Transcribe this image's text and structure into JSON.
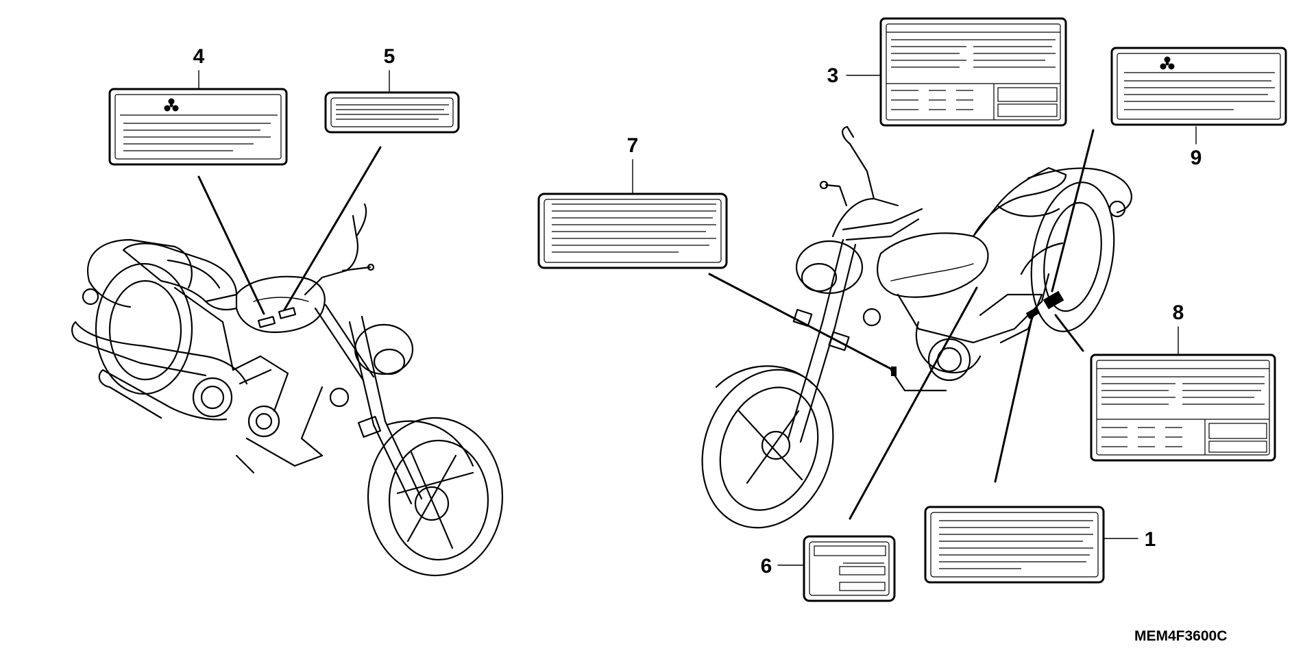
{
  "callouts": {
    "c1": "1",
    "c3": "3",
    "c4": "4",
    "c5": "5",
    "c6": "6",
    "c7": "7",
    "c8": "8",
    "c9": "9"
  },
  "diagram_code": "MEM4F3600C",
  "icons": {
    "warning": "triskelion-warning-icon"
  }
}
